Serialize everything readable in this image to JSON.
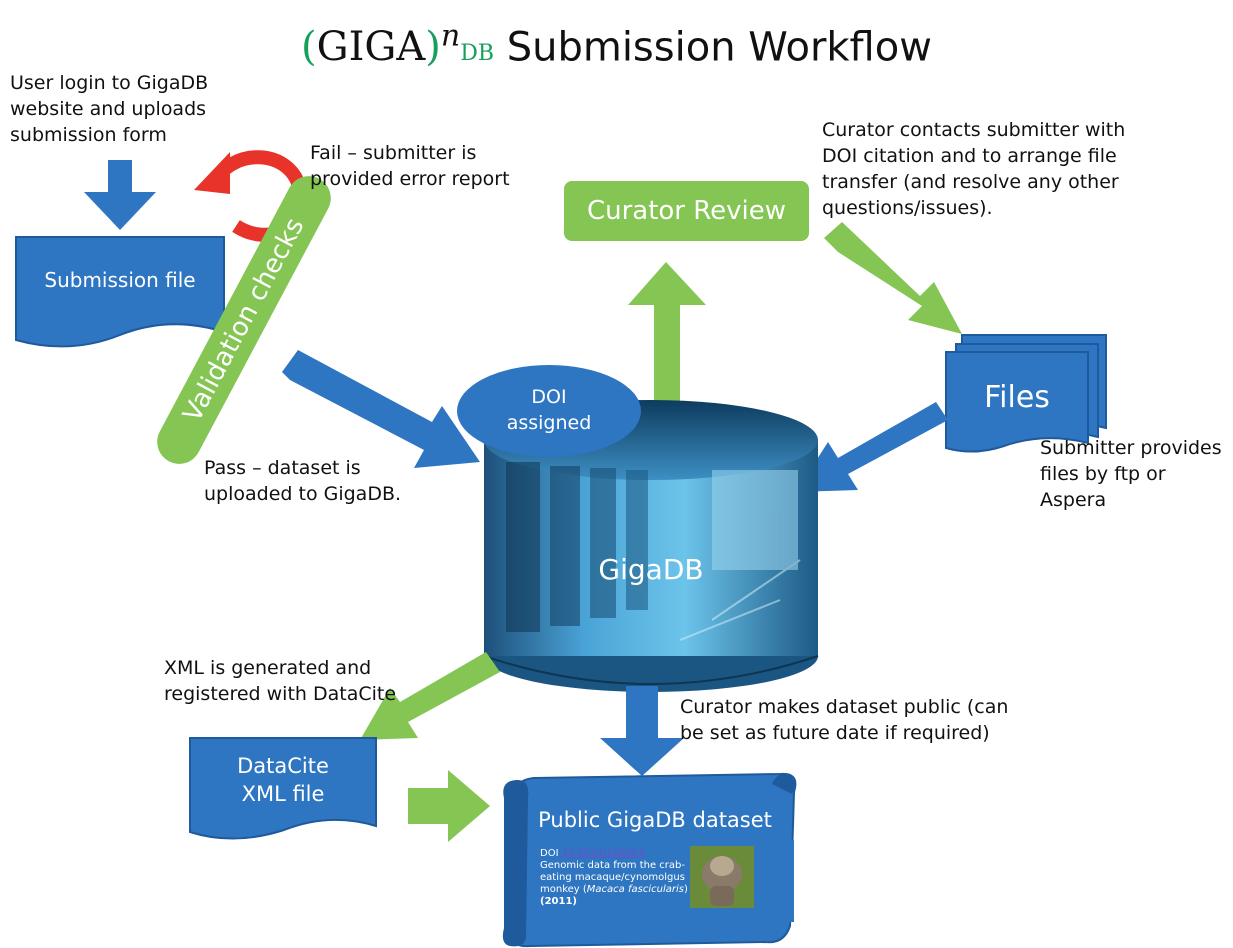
{
  "title": {
    "logo_text": "GIGA",
    "logo_sup": "n",
    "logo_sub": "DB",
    "rest": "Submission Workflow"
  },
  "steps": {
    "user_login": [
      "User login to GigaDB",
      "website and uploads",
      "submission form"
    ],
    "fail_note": [
      "Fail – submitter is",
      "provided error report"
    ],
    "submission_file": "Submission file",
    "validation_checks": "Validation checks",
    "pass_note": [
      "Pass – dataset is",
      "uploaded to GigaDB."
    ],
    "curator_review": "Curator Review",
    "curator_contacts": [
      "Curator  contacts submitter with",
      "DOI citation and to arrange file",
      "transfer (and resolve any other",
      "questions/issues)."
    ],
    "files": "Files",
    "submitter_provides": [
      "Submitter provides",
      "files by ftp or Aspera"
    ],
    "doi_assigned": [
      "DOI",
      "assigned"
    ],
    "gigadb": "GigaDB",
    "xml_generated": [
      "XML is generated and",
      "registered with DataCite"
    ],
    "datacite_file": [
      "DataCite",
      "XML file"
    ],
    "curator_public": [
      "Curator  makes dataset public  (can",
      "be set as future date if required)"
    ],
    "public_dataset": "Public GigaDB dataset",
    "dataset_card": {
      "doi_prefix": "DOI ",
      "doi_link": "10.5524/100003",
      "desc_lines": [
        "Genomic data from the crab-",
        "eating macaque/cynomolgus"
      ],
      "desc_line3_pre": "monkey (",
      "species": "Macaca fascicularis",
      "desc_line3_post": ")",
      "year": "(2011)"
    }
  },
  "colors": {
    "blue": "#2e75c2",
    "blue_dark": "#1f5a9c",
    "green": "#84c553",
    "red": "#e8332a",
    "logo_green": "#16a05a"
  },
  "icons": [
    "server-room-image",
    "monkey-photo"
  ]
}
